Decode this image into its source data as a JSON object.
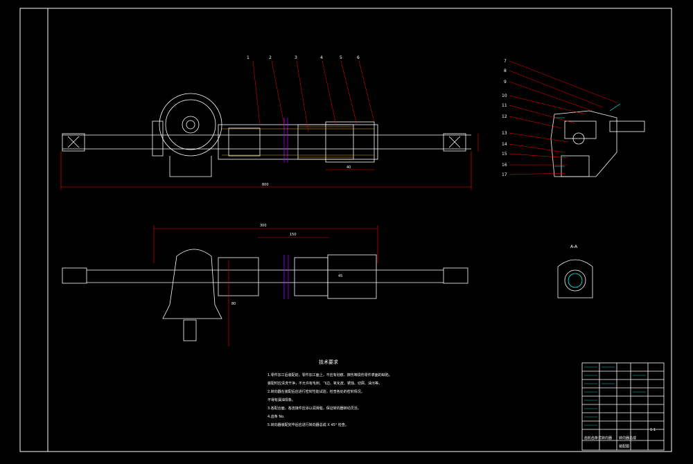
{
  "balloons": [
    "1",
    "2",
    "3",
    "4",
    "5",
    "6",
    "7",
    "8",
    "9",
    "10",
    "11",
    "12",
    "13",
    "14",
    "15",
    "16",
    "17"
  ],
  "section_label": "A-A",
  "dims": {
    "overall_length": "800",
    "top_span": "300",
    "mid_span": "150",
    "bottom_gap": "40",
    "height": "80",
    "diam": "45"
  },
  "notes": {
    "title": "技术要求",
    "lines": [
      "1.零件加工后装配前，零件加工面上，不应有划痕、擦伤等损伤零件表面的缺陷。",
      "  装配时应清洗干净，不允许有毛刺、飞边、氧化皮、锈蚀、切屑、油污等。",
      "2.转向器在装配后应进行密封性能试验，检查各处的密封情况，",
      "  不得有漏油现象。",
      "3.各配合面，各连接件应涂以润滑脂，保证转向器转动灵活。",
      "4.齿条 No.",
      "5.转向器装配完毕后应进行转向器总成 X 45° 检查。"
    ]
  },
  "title_block": {
    "name": "齿轮齿条式转向器",
    "drawing": "转向器总成",
    "scale": "1:1",
    "material": "装配图"
  }
}
